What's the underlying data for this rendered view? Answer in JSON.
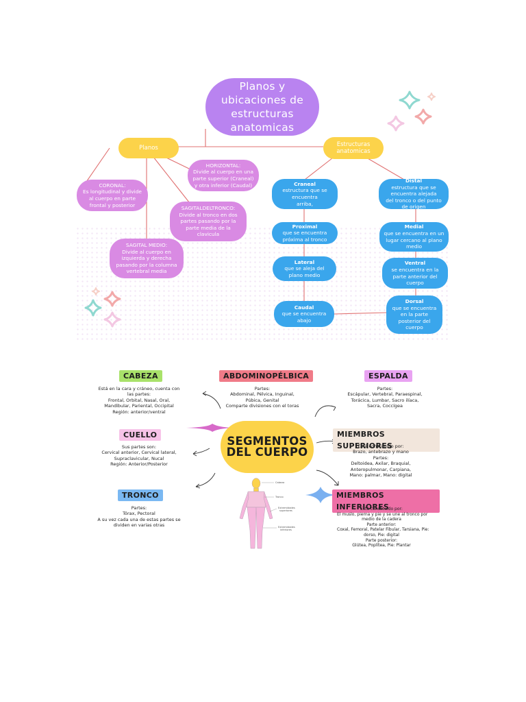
{
  "map1": {
    "title_lines": [
      "Planos y",
      "ubicaciones de",
      "estructuras",
      "anatomicas"
    ],
    "planos": "Planos",
    "estructuras_lines": [
      "Estructuras",
      "anatomicas"
    ],
    "horizontal": [
      "HORIZONTAL:",
      "Divide al cuerpo en una",
      "parte superior (Craneal)",
      "y otra inferior (Caudal)"
    ],
    "coronal": [
      "CORONAL:",
      "Es longitudinal y divide",
      "al cuerpo en parte",
      "frontal y posterior"
    ],
    "sagitaldeltronco": [
      "SAGITALDELTRONCO:",
      "Divide al tronco en dos",
      "partes pasando por la",
      "parte media de la",
      "clavicula"
    ],
    "sagital_medio": [
      "SAGITAL MEDIO:",
      "Divide al cuerpo en",
      "izquierda y derecha",
      "pasando por la columna",
      "vertebral media"
    ],
    "craneal": {
      "title": "Craneal",
      "lines": [
        "estructura que se",
        "encuentra",
        "arriba,"
      ]
    },
    "proximal": {
      "title": "Proximal",
      "lines": [
        "que se encuentra",
        "próxima al tronco"
      ]
    },
    "lateral": {
      "title": "Lateral",
      "lines": [
        "que se aleja del",
        "plano medio"
      ]
    },
    "caudal": {
      "title": "Caudal",
      "lines": [
        "que se encuentra",
        "abajo"
      ]
    },
    "distal": {
      "title": "Distal",
      "lines": [
        "estructura que se",
        "encuentra alejada",
        "del tronco o del punto",
        "de origen"
      ]
    },
    "medial": {
      "title": "Medial",
      "lines": [
        "que se encuentra en un",
        "lugar cercano al plano",
        "medio"
      ]
    },
    "ventral": {
      "title": "Ventral",
      "lines": [
        "se encuentra en la",
        "parte anterior del",
        "cuerpo"
      ]
    },
    "dorsal": {
      "title": "Dorsal",
      "lines": [
        "que se encuentra",
        "en la parte",
        "posterior del",
        "cuerpo"
      ]
    }
  },
  "map2": {
    "center_lines": [
      "SEGMENTOS",
      "DEL CUERPO"
    ],
    "cabeza": {
      "label": "CABEZA",
      "lines": [
        "Está en la cara y cráneo, cuenta con",
        "las partes:",
        "Frontal, Orbital, Nasal, Oral,",
        "Mandibular, Pariental, Occipital",
        "Región: anterior/ventral"
      ]
    },
    "abdominopelvica": {
      "label": "ABDOMINOPÉLBICA",
      "lines": [
        "Partes:",
        "Abdominal, Pélvica, Inguinal,",
        "Púbica, Genital",
        "Comparte divisiones con el toras"
      ]
    },
    "espalda": {
      "label": "ESPALDA",
      "lines": [
        "Partes:",
        "Escápular, Vertebral, Paraespinal,",
        "Torácica, Lumbar, Sacro ilíaca,",
        "Sacra, Coccígea"
      ]
    },
    "cuello": {
      "label": "CUELLO",
      "lines": [
        "Sus partes son:",
        "Cervical anterior, Cervical lateral,",
        "Supraclavicular, Nucal",
        "Región: Anterior/Posterior"
      ]
    },
    "miembros_superiores": {
      "label": "MIEMBROS SUPERIORES",
      "lines": [
        "Está constituido por:",
        "Brazo, antebrazo y mano",
        "Partes:",
        "Deltoidea, Axilar, Braquial,",
        "Anteropulmonar, Carpiana,",
        "Mano: palmar, Mano: digital"
      ]
    },
    "tronco": {
      "label": "TRONCO",
      "lines": [
        "Partes:",
        "Tórax, Pectoral",
        "A su vez cada una de estas partes se",
        "dividen en varias otras"
      ]
    },
    "miembros_inferiores": {
      "label": "MIEMBROS INFERIORES",
      "lines": [
        "Está constituido por:",
        "El muslo, pierna y pie y se une al tronco por",
        "medio de la cadera",
        "Parte anterior:",
        "Coxal, Femoral, Patelar Fibular, Tarsiana, Pie:",
        "dorso, Pie: digital",
        "Parte posterior:",
        "Glútea, Poplítea, Pie: Plantar"
      ]
    },
    "figure_labels": [
      "Cabeza",
      "Tronco",
      "Extremidades",
      "superiores",
      "Extremidades",
      "inferiores"
    ]
  },
  "colors": {
    "title": "#b983f0",
    "yellow": "#fcd34a",
    "pink": "#d98ae3",
    "blue": "#3aa6ec",
    "line": "#e07070",
    "cabeza": "#a9e26a",
    "abdominopelvica": "#f07b88",
    "espalda": "#e9a3f2",
    "cuello": "#f7c3e8",
    "miembros_superiores": "#f2e6dc",
    "tronco": "#7ab8f2",
    "miembros_inferiores": "#ee6fa6"
  }
}
